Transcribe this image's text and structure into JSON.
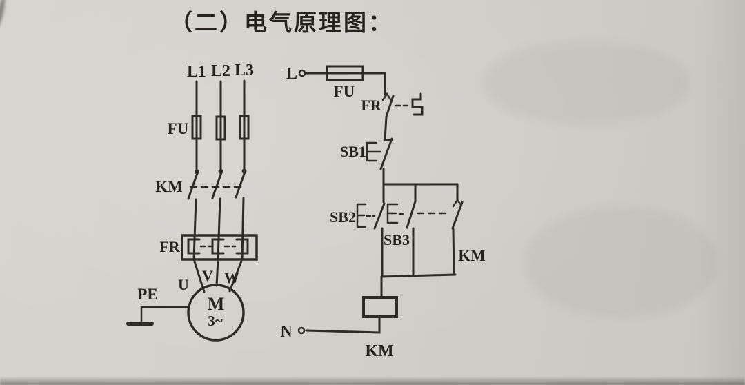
{
  "title": "（二）电气原理图：",
  "colors": {
    "paper": "#d2cfca",
    "ink": "#2e2b27",
    "text": "#26231f"
  },
  "main_circuit": {
    "phase_l1": "L1",
    "phase_l2": "L2",
    "phase_l3": "L3",
    "fuse": "FU",
    "contactor": "KM",
    "thermal_relay": "FR",
    "terminal_u": "U",
    "terminal_v": "V",
    "terminal_w": "W",
    "motor_symbol": "M",
    "motor_phases": "3~",
    "ground": "PE"
  },
  "control_circuit": {
    "line": "L",
    "fuse": "FU",
    "thermal_contact": "FR",
    "stop_button": "SB1",
    "start_button": "SB2",
    "start_button_2": "SB3",
    "aux_contact": "KM",
    "coil": "KM",
    "neutral": "N"
  }
}
